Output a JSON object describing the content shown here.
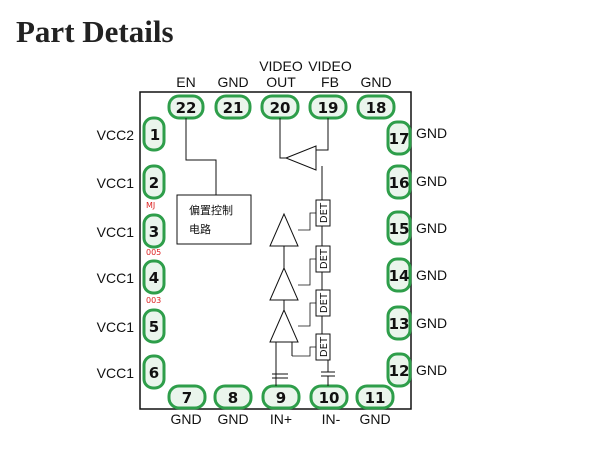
{
  "page": {
    "title": "Part Details"
  },
  "colors": {
    "pad_outline": "#2e9e4a",
    "pad_fill": "#eaf5ec",
    "body_outline": "#111111",
    "marking": "#dd2222"
  },
  "chip": {
    "pins": {
      "p22": {
        "num": "22",
        "label": "EN"
      },
      "p21": {
        "num": "21",
        "label": "GND"
      },
      "p20": {
        "num": "20",
        "label_line1": "VIDEO",
        "label_line2": "OUT"
      },
      "p19": {
        "num": "19",
        "label_line1": "VIDEO",
        "label_line2": "FB"
      },
      "p18": {
        "num": "18",
        "label": "GND"
      },
      "p1": {
        "num": "1",
        "label": "VCC2"
      },
      "p2": {
        "num": "2",
        "label": "VCC1"
      },
      "p3": {
        "num": "3",
        "label": "VCC1"
      },
      "p4": {
        "num": "4",
        "label": "VCC1"
      },
      "p5": {
        "num": "5",
        "label": "VCC1"
      },
      "p6": {
        "num": "6",
        "label": "VCC1"
      },
      "p17": {
        "num": "17",
        "label": "GND"
      },
      "p16": {
        "num": "16",
        "label": "GND"
      },
      "p15": {
        "num": "15",
        "label": "GND"
      },
      "p14": {
        "num": "14",
        "label": "GND"
      },
      "p13": {
        "num": "13",
        "label": "GND"
      },
      "p12": {
        "num": "12",
        "label": "GND"
      },
      "p7": {
        "num": "7",
        "label": "GND"
      },
      "p8": {
        "num": "8",
        "label": "GND"
      },
      "p9": {
        "num": "9",
        "label": "IN+"
      },
      "p10": {
        "num": "10",
        "label": "IN-"
      },
      "p11": {
        "num": "11",
        "label": "GND"
      }
    },
    "bias_block": {
      "line1": "偏置控制",
      "line2": "电路"
    },
    "detector_label": "DET",
    "markings": {
      "m1": "MJ",
      "m2": "005",
      "m3": "003"
    }
  }
}
